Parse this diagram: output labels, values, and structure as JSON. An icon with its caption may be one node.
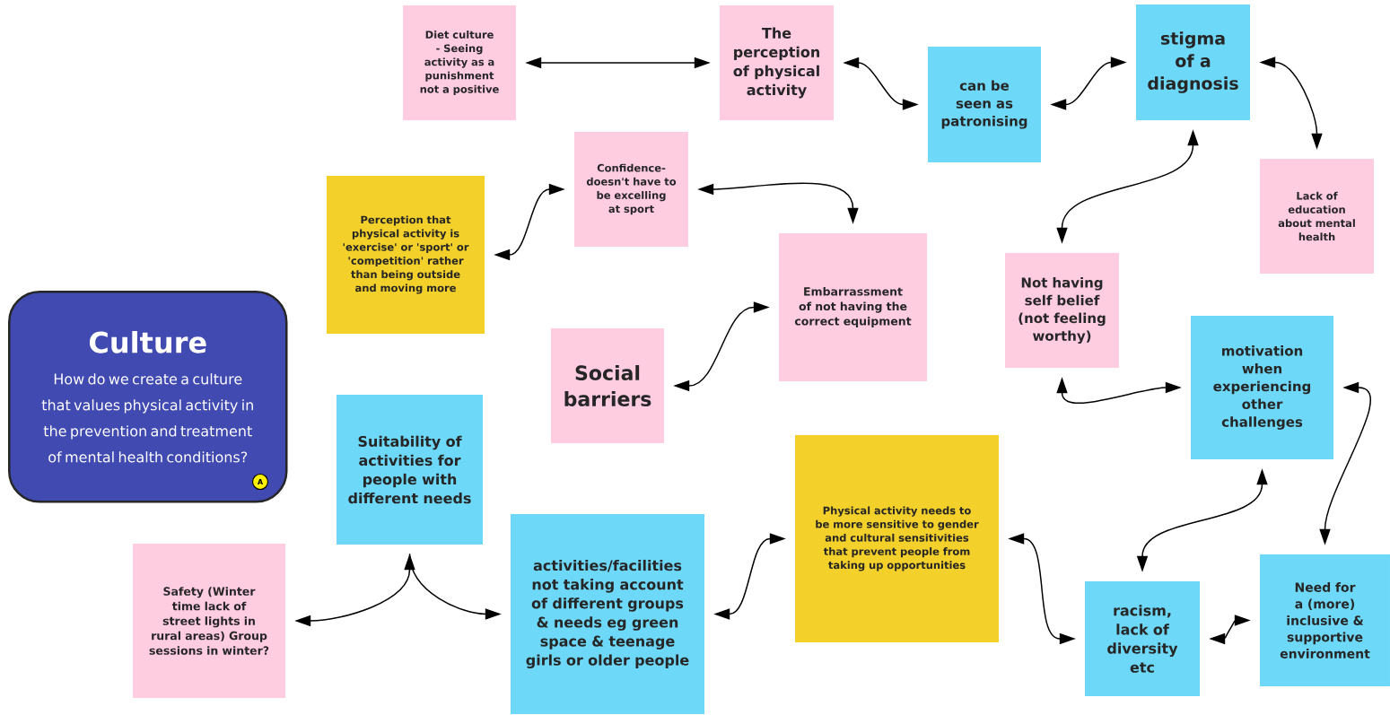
{
  "diagram": {
    "nodes": [
      {
        "text": [
          "Culture",
          "How do we create a culture that values physical activity in the prevention and treatment of mental health conditions?"
        ]
      },
      {
        "text": [
          "Diet culture - Seeing activity as a punishment not a positive"
        ]
      },
      {
        "text": [
          "The perception of physical activity"
        ]
      },
      {
        "text": [
          "can be seen as patronising"
        ]
      },
      {
        "text": [
          "stigma of a diagnosis"
        ]
      },
      {
        "text": [
          "Confidence- doesn't have to be excelling at sport"
        ]
      },
      {
        "text": [
          "Lack of education about mental health"
        ]
      },
      {
        "text": [
          "Perception that physical activity is 'exercise' or 'sport' or 'competition' rather than being outside and moving more"
        ]
      },
      {
        "text": [
          "Embarrassment of not having the correct equipment"
        ]
      },
      {
        "text": [
          "Not having self belief (not feeling worthy)"
        ]
      },
      {
        "text": [
          "Social barriers"
        ]
      },
      {
        "text": [
          "motivation when experiencing other challenges"
        ]
      },
      {
        "text": [
          "Suitability of activities for people with different needs"
        ]
      },
      {
        "text": [
          "Physical activity needs to be more sensitive to gender and cultural sensitivities that prevent people from taking up opportunities"
        ]
      },
      {
        "text": [
          "Safety (Winter time lack of street lights in rural areas) Group sessions in winter?"
        ]
      },
      {
        "text": [
          "activities/facilities not taking account of different groups & needs eg green space & teenage girls or older people"
        ]
      },
      {
        "text": [
          "Need for a (more) inclusive & supportive environment"
        ]
      },
      {
        "text": [
          "racism, lack of diversity etc"
        ]
      }
    ],
    "edges": [
      {
        "from": 1,
        "to": 2,
        "arrow": "both"
      },
      {
        "from": 2,
        "to": 3,
        "arrow": "both"
      },
      {
        "from": 3,
        "to": 4,
        "arrow": "both"
      },
      {
        "from": 4,
        "to": 6,
        "arrow": "both"
      },
      {
        "from": 5,
        "to": 7,
        "arrow": "both"
      },
      {
        "from": 5,
        "to": 8,
        "arrow": "both"
      },
      {
        "from": 4,
        "to": 9,
        "arrow": "both"
      },
      {
        "from": 8,
        "to": 10,
        "arrow": "both"
      },
      {
        "from": 9,
        "to": 11,
        "arrow": "both"
      },
      {
        "from": 11,
        "to": 16,
        "arrow": "both"
      },
      {
        "from": 11,
        "to": 17,
        "arrow": "both"
      },
      {
        "from": 13,
        "to": 15,
        "arrow": "both"
      },
      {
        "from": 13,
        "to": 17,
        "arrow": "both"
      },
      {
        "from": 17,
        "to": 16,
        "arrow": "both"
      },
      {
        "from": 12,
        "to": 14,
        "arrow": "both"
      },
      {
        "from": 12,
        "to": 15,
        "arrow": "to"
      }
    ],
    "labels": [
      "A"
    ]
  }
}
